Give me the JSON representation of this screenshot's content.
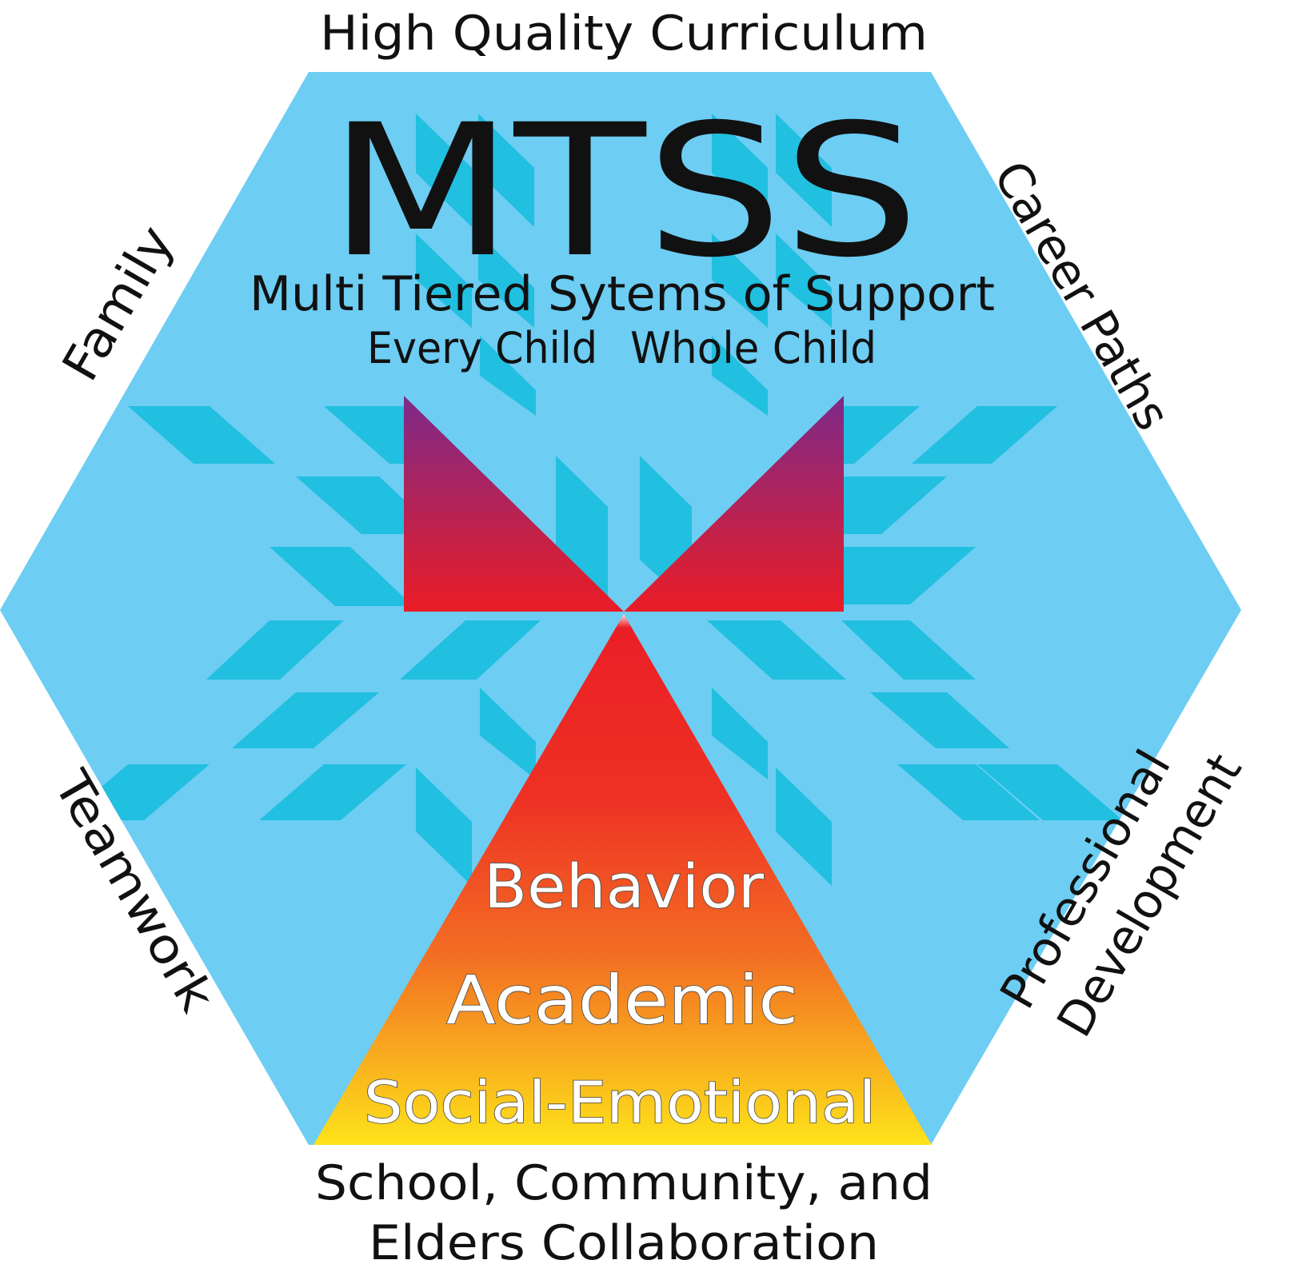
{
  "title": "MTSS",
  "subtitle": "Multi Tiered Sytems of Support",
  "tagline_left": "Every Child",
  "tagline_right": "Whole Child",
  "sides": {
    "top": "High Quality Curriculum",
    "upper_left": "Family",
    "upper_right": "Career Paths",
    "lower_left": "Teamwork",
    "lower_right_line1": "Professional",
    "lower_right_line2": "Development",
    "bottom_line1": "School, Community, and",
    "bottom_line2": "Elders Collaboration"
  },
  "tiers": [
    "Behavior",
    "Academic",
    "Social-Emotional"
  ],
  "colors": {
    "hexagon": "#6dcdf3",
    "star_pattern": "#21bfe0",
    "gradient_top": "#7a2a8c",
    "gradient_mid": "#e8202a",
    "gradient_orange": "#f36f23",
    "gradient_bottom": "#fde21a",
    "text": "#111111",
    "tier_text": "#ffffff"
  }
}
